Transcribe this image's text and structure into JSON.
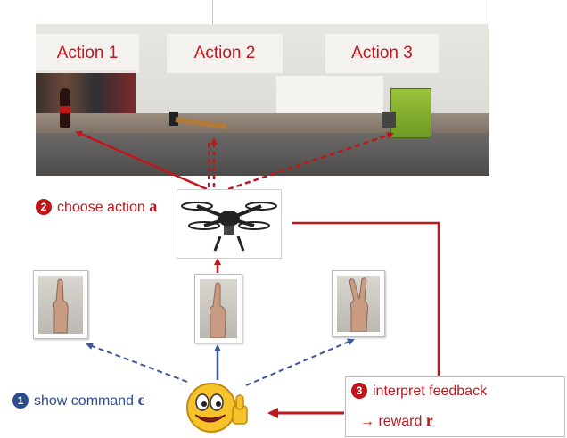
{
  "scene": {
    "actions": [
      {
        "label": "Action 1"
      },
      {
        "label": "Action 2"
      },
      {
        "label": "Action 3"
      }
    ]
  },
  "steps": {
    "choose": {
      "number": "2",
      "text": "choose action ",
      "symbol": "a"
    },
    "show": {
      "number": "1",
      "text": "show command ",
      "symbol": "c"
    },
    "interpret": {
      "number": "3",
      "text": "interpret  feedback",
      "reward_text": "→ reward ",
      "symbol": "r"
    }
  },
  "gestures": [
    {
      "name": "one-finger-up"
    },
    {
      "name": "index-finger-up"
    },
    {
      "name": "two-fingers-v"
    }
  ],
  "icons": {
    "drone": "drone-icon",
    "user": "thumbs-up-emoji-icon"
  },
  "colors": {
    "red": "#c0161c",
    "blue": "#3b5998",
    "badge_red": "#c0161c",
    "badge_blue": "#2b4d8f"
  }
}
